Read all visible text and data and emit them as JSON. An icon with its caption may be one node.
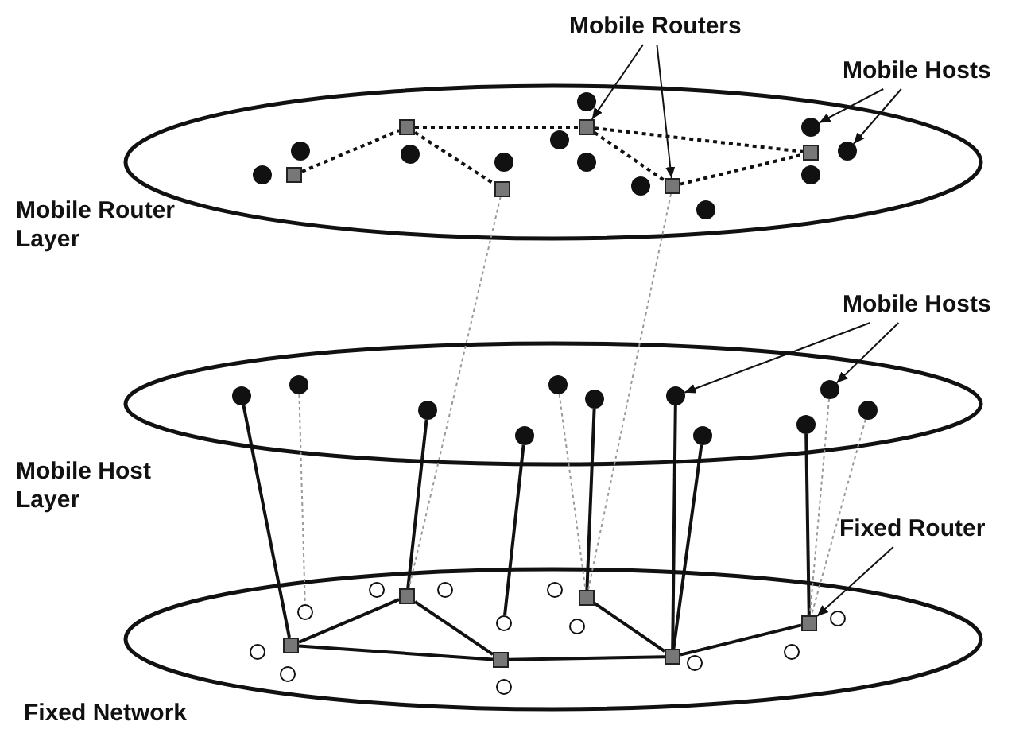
{
  "diagram": {
    "nodes": [
      {
        "text": [
          "Mobile Router Layer"
        ]
      },
      {
        "text": [],
        "shape": "box",
        "in": 0
      },
      {
        "text": [],
        "shape": "box",
        "in": 0
      },
      {
        "text": [],
        "shape": "box",
        "in": 0
      },
      {
        "text": [],
        "shape": "box",
        "in": 0
      },
      {
        "text": [],
        "shape": "box",
        "in": 0
      },
      {
        "text": [],
        "shape": "box",
        "in": 0
      },
      {
        "text": [],
        "shape": "circle",
        "in": 0
      },
      {
        "text": [],
        "shape": "circle",
        "in": 0
      },
      {
        "text": [],
        "shape": "circle",
        "in": 0
      },
      {
        "text": [],
        "shape": "circle",
        "in": 0
      },
      {
        "text": [],
        "shape": "circle",
        "in": 0
      },
      {
        "text": [],
        "shape": "circle",
        "in": 0
      },
      {
        "text": [],
        "shape": "circle",
        "in": 0
      },
      {
        "text": [],
        "shape": "circle",
        "in": 0
      },
      {
        "text": [],
        "shape": "circle",
        "in": 0
      },
      {
        "text": [],
        "shape": "circle",
        "in": 0
      },
      {
        "text": [],
        "shape": "circle",
        "in": 0
      },
      {
        "text": [],
        "shape": "circle",
        "in": 0
      },
      {
        "text": [
          "Mobile Host Layer"
        ]
      },
      {
        "text": [],
        "shape": "circle",
        "in": 19
      },
      {
        "text": [],
        "shape": "circle",
        "in": 19
      },
      {
        "text": [],
        "shape": "circle",
        "in": 19
      },
      {
        "text": [],
        "shape": "circle",
        "in": 19
      },
      {
        "text": [],
        "shape": "circle",
        "in": 19
      },
      {
        "text": [],
        "shape": "circle",
        "in": 19
      },
      {
        "text": [],
        "shape": "circle",
        "in": 19
      },
      {
        "text": [],
        "shape": "circle",
        "in": 19
      },
      {
        "text": [],
        "shape": "circle",
        "in": 19
      },
      {
        "text": [],
        "shape": "circle",
        "in": 19
      },
      {
        "text": [],
        "shape": "circle",
        "in": 19
      },
      {
        "text": [
          "Fixed Network"
        ]
      },
      {
        "text": [],
        "shape": "box",
        "in": 31
      },
      {
        "text": [],
        "shape": "box",
        "in": 31
      },
      {
        "text": [],
        "shape": "box",
        "in": 31
      },
      {
        "text": [],
        "shape": "box",
        "in": 31
      },
      {
        "text": [],
        "shape": "box",
        "in": 31
      },
      {
        "text": [],
        "shape": "box",
        "in": 31
      },
      {
        "text": [],
        "shape": "circle",
        "in": 31
      },
      {
        "text": [],
        "shape": "circle",
        "in": 31
      },
      {
        "text": [],
        "shape": "circle",
        "in": 31
      },
      {
        "text": [],
        "shape": "circle",
        "in": 31
      },
      {
        "text": [],
        "shape": "circle",
        "in": 31
      },
      {
        "text": [],
        "shape": "circle",
        "in": 31
      },
      {
        "text": [],
        "shape": "circle",
        "in": 31
      },
      {
        "text": [],
        "shape": "circle",
        "in": 31
      },
      {
        "text": [],
        "shape": "circle",
        "in": 31
      },
      {
        "text": [],
        "shape": "circle",
        "in": 31
      },
      {
        "text": [],
        "shape": "circle",
        "in": 31
      },
      {
        "text": [],
        "shape": "circle",
        "in": 31
      },
      {
        "text": [
          "Mobile Routers"
        ]
      },
      {
        "text": [
          "Mobile Hosts"
        ]
      },
      {
        "text": [
          "Mobile Hosts"
        ]
      },
      {
        "text": [
          "Fixed Router"
        ]
      }
    ],
    "edges": [
      {
        "from": 1,
        "to": 2,
        "arrow": "none",
        "style": "dashed"
      },
      {
        "from": 2,
        "to": 4,
        "arrow": "none",
        "style": "dashed"
      },
      {
        "from": 2,
        "to": 3,
        "arrow": "none",
        "style": "dashed"
      },
      {
        "from": 4,
        "to": 6,
        "arrow": "none",
        "style": "dashed"
      },
      {
        "from": 4,
        "to": 5,
        "arrow": "none",
        "style": "dashed"
      },
      {
        "from": 5,
        "to": 6,
        "arrow": "none",
        "style": "dashed"
      },
      {
        "from": 32,
        "to": 33,
        "arrow": "none"
      },
      {
        "from": 33,
        "to": 34,
        "arrow": "none"
      },
      {
        "from": 32,
        "to": 34,
        "arrow": "none"
      },
      {
        "from": 34,
        "to": 36,
        "arrow": "none"
      },
      {
        "from": 35,
        "to": 36,
        "arrow": "none"
      },
      {
        "from": 36,
        "to": 37,
        "arrow": "none"
      },
      {
        "from": 20,
        "to": 32,
        "arrow": "none"
      },
      {
        "from": 22,
        "to": 33,
        "arrow": "none"
      },
      {
        "from": 23,
        "to": 43,
        "arrow": "none"
      },
      {
        "from": 25,
        "to": 35,
        "arrow": "none"
      },
      {
        "from": 26,
        "to": 36,
        "arrow": "none"
      },
      {
        "from": 27,
        "to": 36,
        "arrow": "none"
      },
      {
        "from": 28,
        "to": 37,
        "arrow": "none"
      },
      {
        "from": 21,
        "to": 40,
        "arrow": "none",
        "style": "dashed",
        "color": "#999999"
      },
      {
        "from": 24,
        "to": 35,
        "arrow": "none",
        "style": "dashed",
        "color": "#999999"
      },
      {
        "from": 29,
        "to": 37,
        "arrow": "none",
        "style": "dashed",
        "color": "#999999"
      },
      {
        "from": 30,
        "to": 37,
        "arrow": "none",
        "style": "dashed",
        "color": "#999999"
      },
      {
        "from": 3,
        "to": 33,
        "arrow": "none",
        "style": "dashed",
        "color": "#999999"
      },
      {
        "from": 5,
        "to": 35,
        "arrow": "none",
        "style": "dashed",
        "color": "#999999"
      },
      {
        "from": 50,
        "to": 4,
        "arrow": "to"
      },
      {
        "from": 50,
        "to": 5,
        "arrow": "to"
      },
      {
        "from": 51,
        "to": 16,
        "arrow": "to"
      },
      {
        "from": 51,
        "to": 18,
        "arrow": "to"
      },
      {
        "from": 52,
        "to": 26,
        "arrow": "to"
      },
      {
        "from": 52,
        "to": 29,
        "arrow": "to"
      },
      {
        "from": 53,
        "to": 37,
        "arrow": "to"
      }
    ]
  }
}
